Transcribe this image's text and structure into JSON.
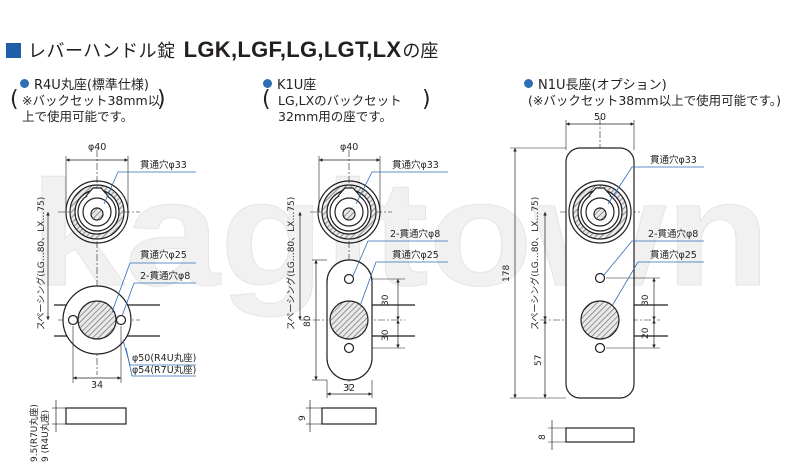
{
  "header": {
    "title_jp": "レバーハンドル錠",
    "title_models": "LGK,LGF,LG,LGT,LX",
    "title_suffix": "の座"
  },
  "watermark": {
    "text": "kagitown"
  },
  "colors": {
    "accent": "#1f5fa8",
    "dot": "#2f6db5",
    "leader": "#2f6db5",
    "hatch": "#555555"
  },
  "sections": {
    "r4u": {
      "title": "R4U丸座(標準仕様)",
      "note_line1": "※バックセット38mm以",
      "note_line2": "上で使用可能です。",
      "dim_phi40": "φ40",
      "dim_phi33": "貫通穴φ33",
      "dim_phi25": "貫通穴φ25",
      "dim_2phi8": "2-貫通穴φ8",
      "dim_phi50": "φ50(R4U丸座)",
      "dim_phi54": "φ54(R7U丸座)",
      "dim_34": "34",
      "spacing": "スペーシング(LG…80、LX…75)",
      "thick1": "9.5(R7U丸座)",
      "thick2": "9 (R4U丸座)"
    },
    "k1u": {
      "title": "K1U座",
      "note_line1": "LG,LXのバックセット",
      "note_line2": "32mm用の座です。",
      "dim_phi40": "φ40",
      "dim_phi33": "貫通穴φ33",
      "dim_2phi8": "2-貫通穴φ8",
      "dim_phi25": "貫通穴φ25",
      "dim_30a": "30",
      "dim_30b": "30",
      "dim_80": "80",
      "dim_32": "32",
      "dim_9": "9",
      "spacing": "スペーシング(LG…80、LX…75)"
    },
    "n1u": {
      "title": "N1U長座(オプション)",
      "note": "(※バックセット38mm以上で使用可能です。)",
      "dim_50": "50",
      "dim_phi33": "貫通穴φ33",
      "dim_2phi8": "2-貫通穴φ8",
      "dim_phi25": "貫通穴φ25",
      "dim_178": "178",
      "dim_30": "30",
      "dim_20": "20",
      "dim_57": "57",
      "dim_8": "8",
      "spacing": "スペーシング(LG…80、LX…75)"
    }
  }
}
